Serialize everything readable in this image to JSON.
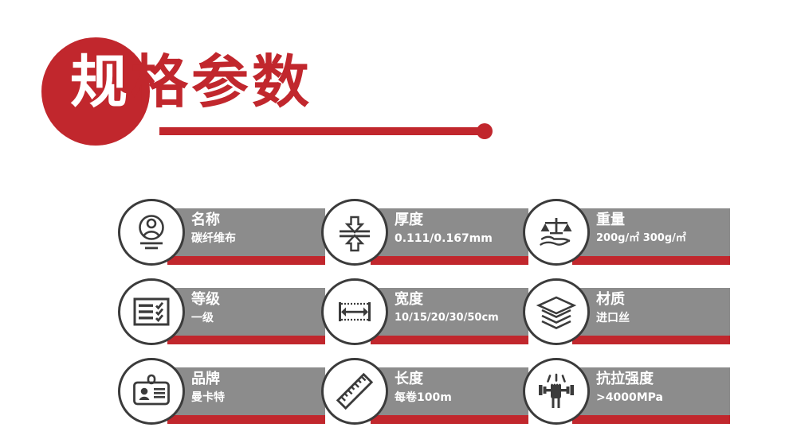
{
  "title": {
    "char_first": "规",
    "char_rest": "格参数",
    "full": "规格参数",
    "accent_color": "#c1272d"
  },
  "theme": {
    "plate_gray": "#8c8c8c",
    "plate_red": "#c1272d",
    "circle_stroke": "#3b3b3b",
    "text_white": "#ffffff",
    "background": "#ffffff"
  },
  "specs": [
    {
      "icon": "person-badge-icon",
      "label": "名称",
      "value": "碳纤维布",
      "value_small": false
    },
    {
      "icon": "thickness-arrows-icon",
      "label": "厚度",
      "value": "0.111/0.167mm",
      "value_small": false
    },
    {
      "icon": "scale-on-hand-icon",
      "label": "重量",
      "value": "200g/㎡  300g/㎡",
      "value_small": true
    },
    {
      "icon": "checklist-icon",
      "label": "等级",
      "value": "一级",
      "value_small": false
    },
    {
      "icon": "width-measure-icon",
      "label": "宽度",
      "value": "10/15/20/30/50cm",
      "value_small": true
    },
    {
      "icon": "layers-stack-icon",
      "label": "材质",
      "value": "进口丝",
      "value_small": false
    },
    {
      "icon": "id-card-icon",
      "label": "品牌",
      "value": "曼卡特",
      "value_small": false
    },
    {
      "icon": "ruler-icon",
      "label": "长度",
      "value": "每卷100m",
      "value_small": false
    },
    {
      "icon": "hand-dumbbell-icon",
      "label": "抗拉强度",
      "value": ">4000MPa",
      "value_small": false
    }
  ]
}
